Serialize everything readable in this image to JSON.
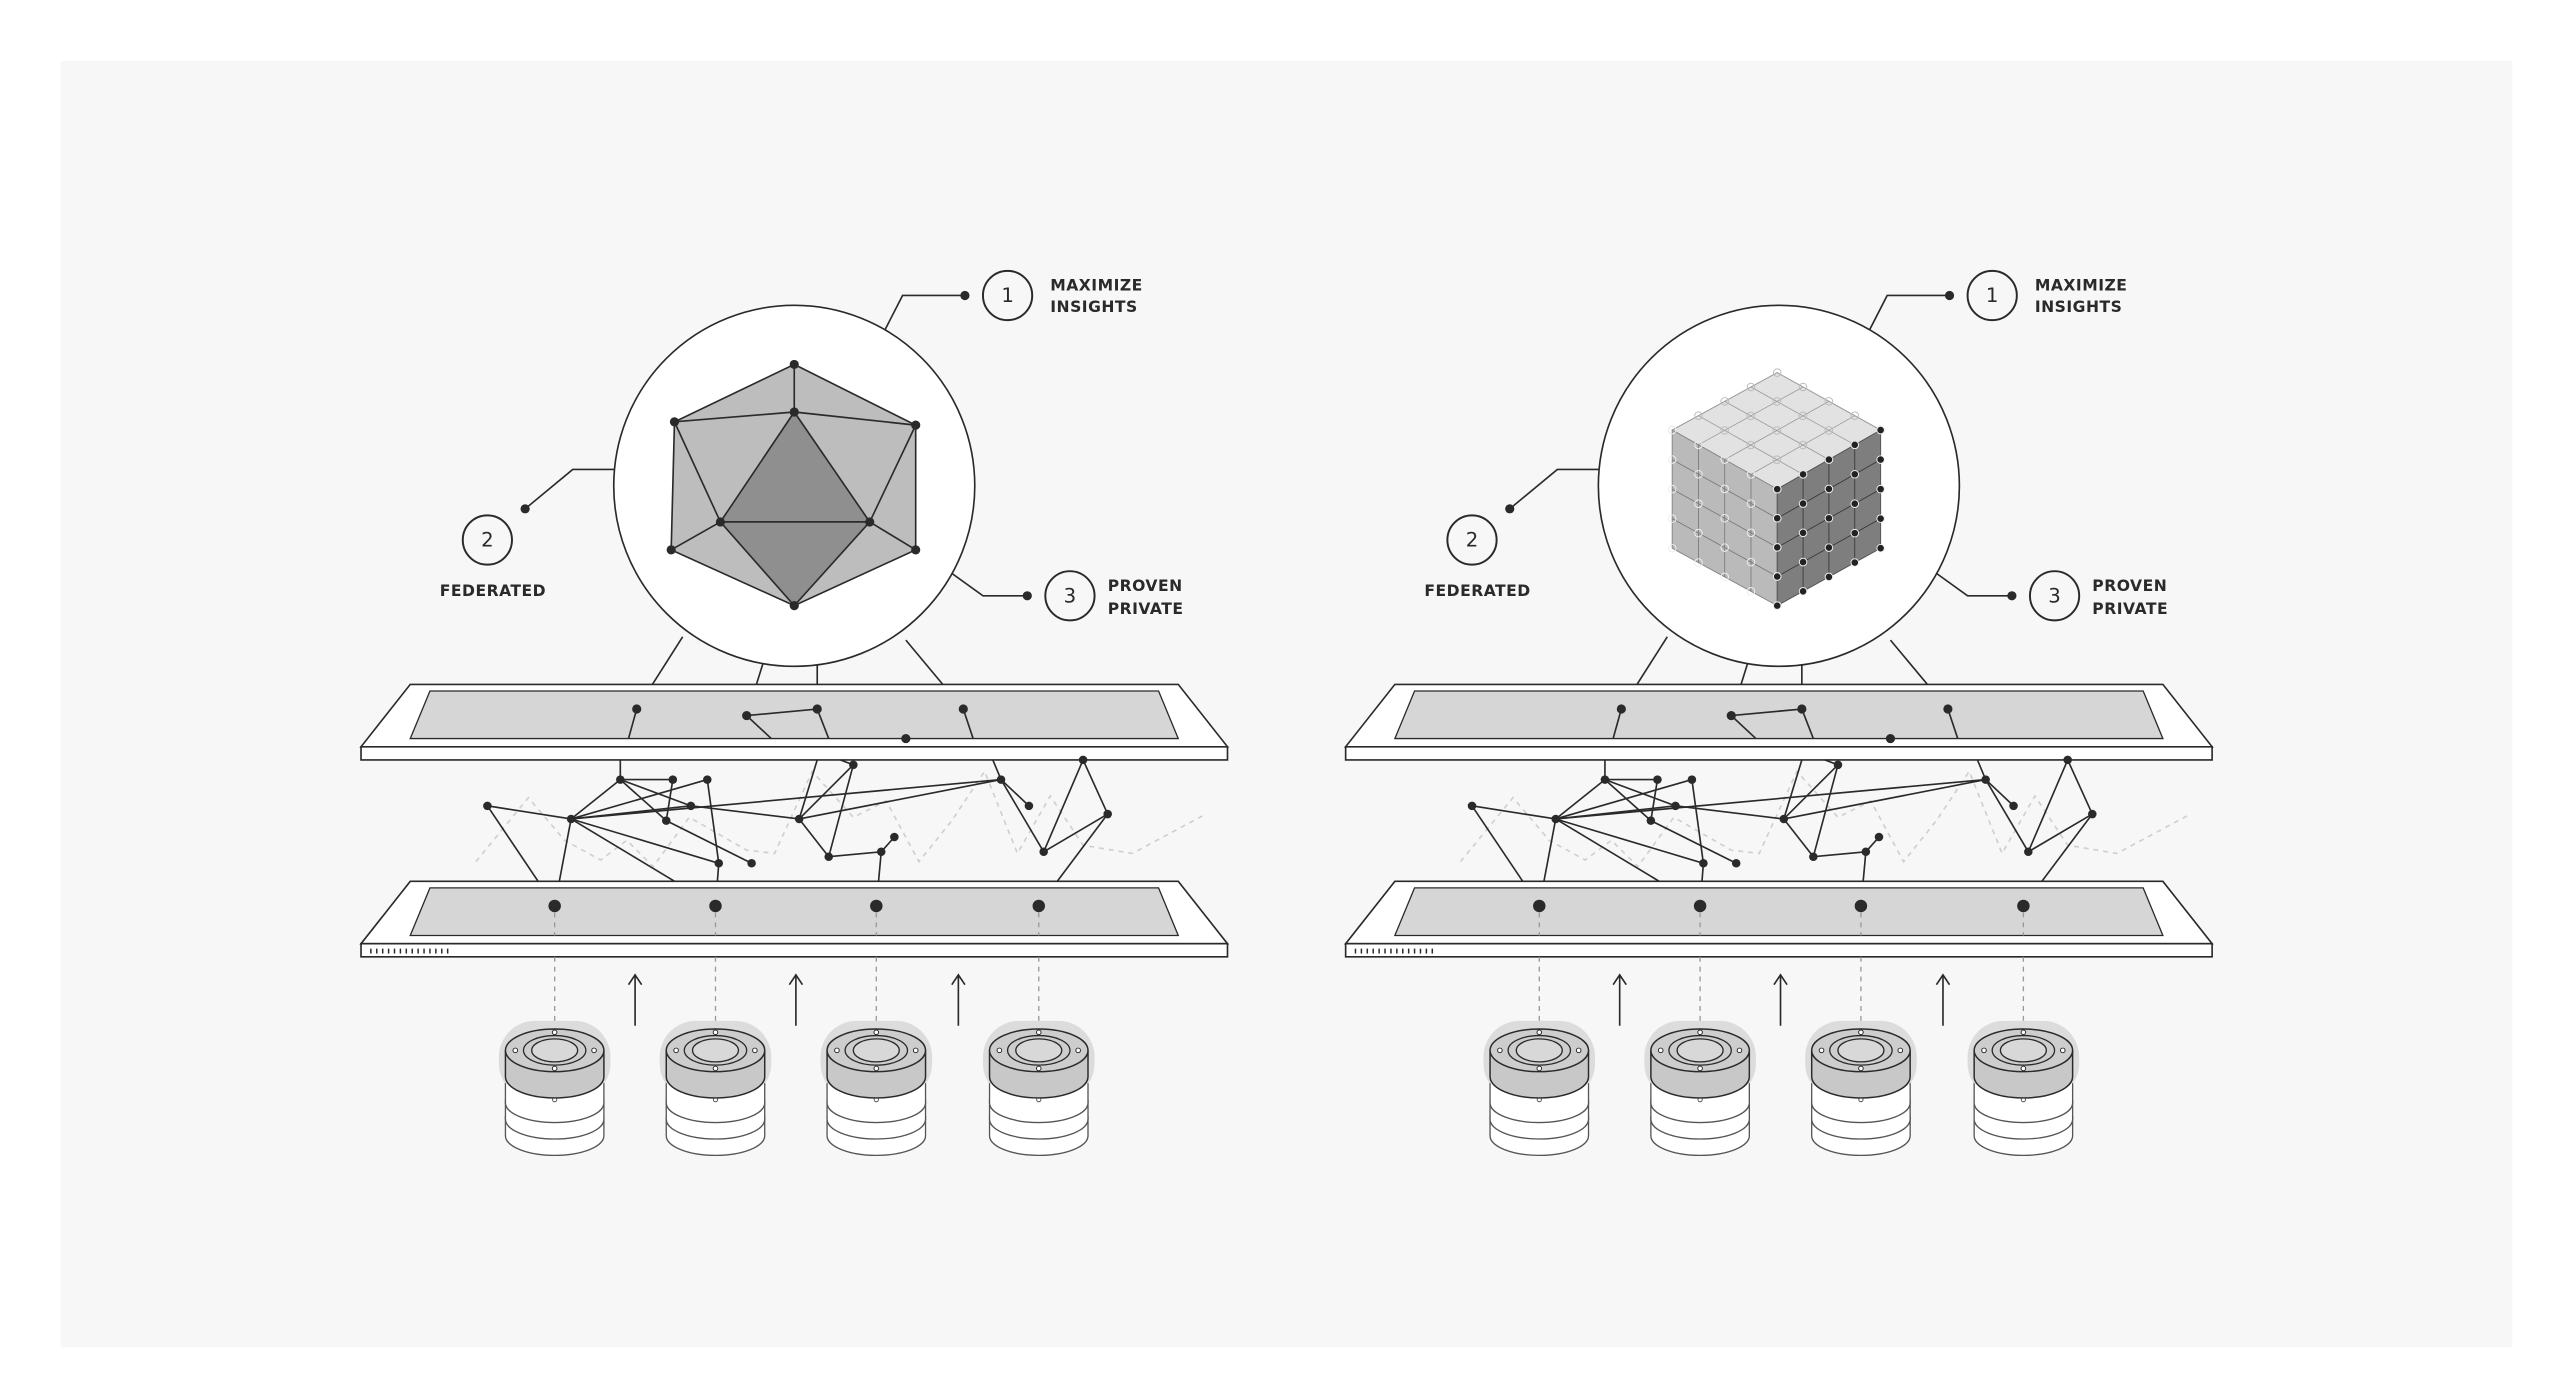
{
  "panels": [
    {
      "shape": "icosahedron",
      "callouts": [
        {
          "number": "1",
          "line1": "MAXIMIZE",
          "line2": "INSIGHTS"
        },
        {
          "number": "2",
          "line1": "FEDERATED"
        },
        {
          "number": "3",
          "line1": "PROVEN",
          "line2": "PRIVATE"
        }
      ]
    },
    {
      "shape": "cube",
      "callouts": [
        {
          "number": "1",
          "line1": "MAXIMIZE",
          "line2": "INSIGHTS"
        },
        {
          "number": "2",
          "line1": "FEDERATED"
        },
        {
          "number": "3",
          "line1": "PROVEN",
          "line2": "PRIVATE"
        }
      ]
    }
  ],
  "colors": {
    "panel_bg": "#f7f7f7",
    "ink": "#2a2a2a",
    "face_light": "#bdbdbd",
    "face_dark": "#8f8f8f",
    "platform": "#d6d6d6"
  }
}
